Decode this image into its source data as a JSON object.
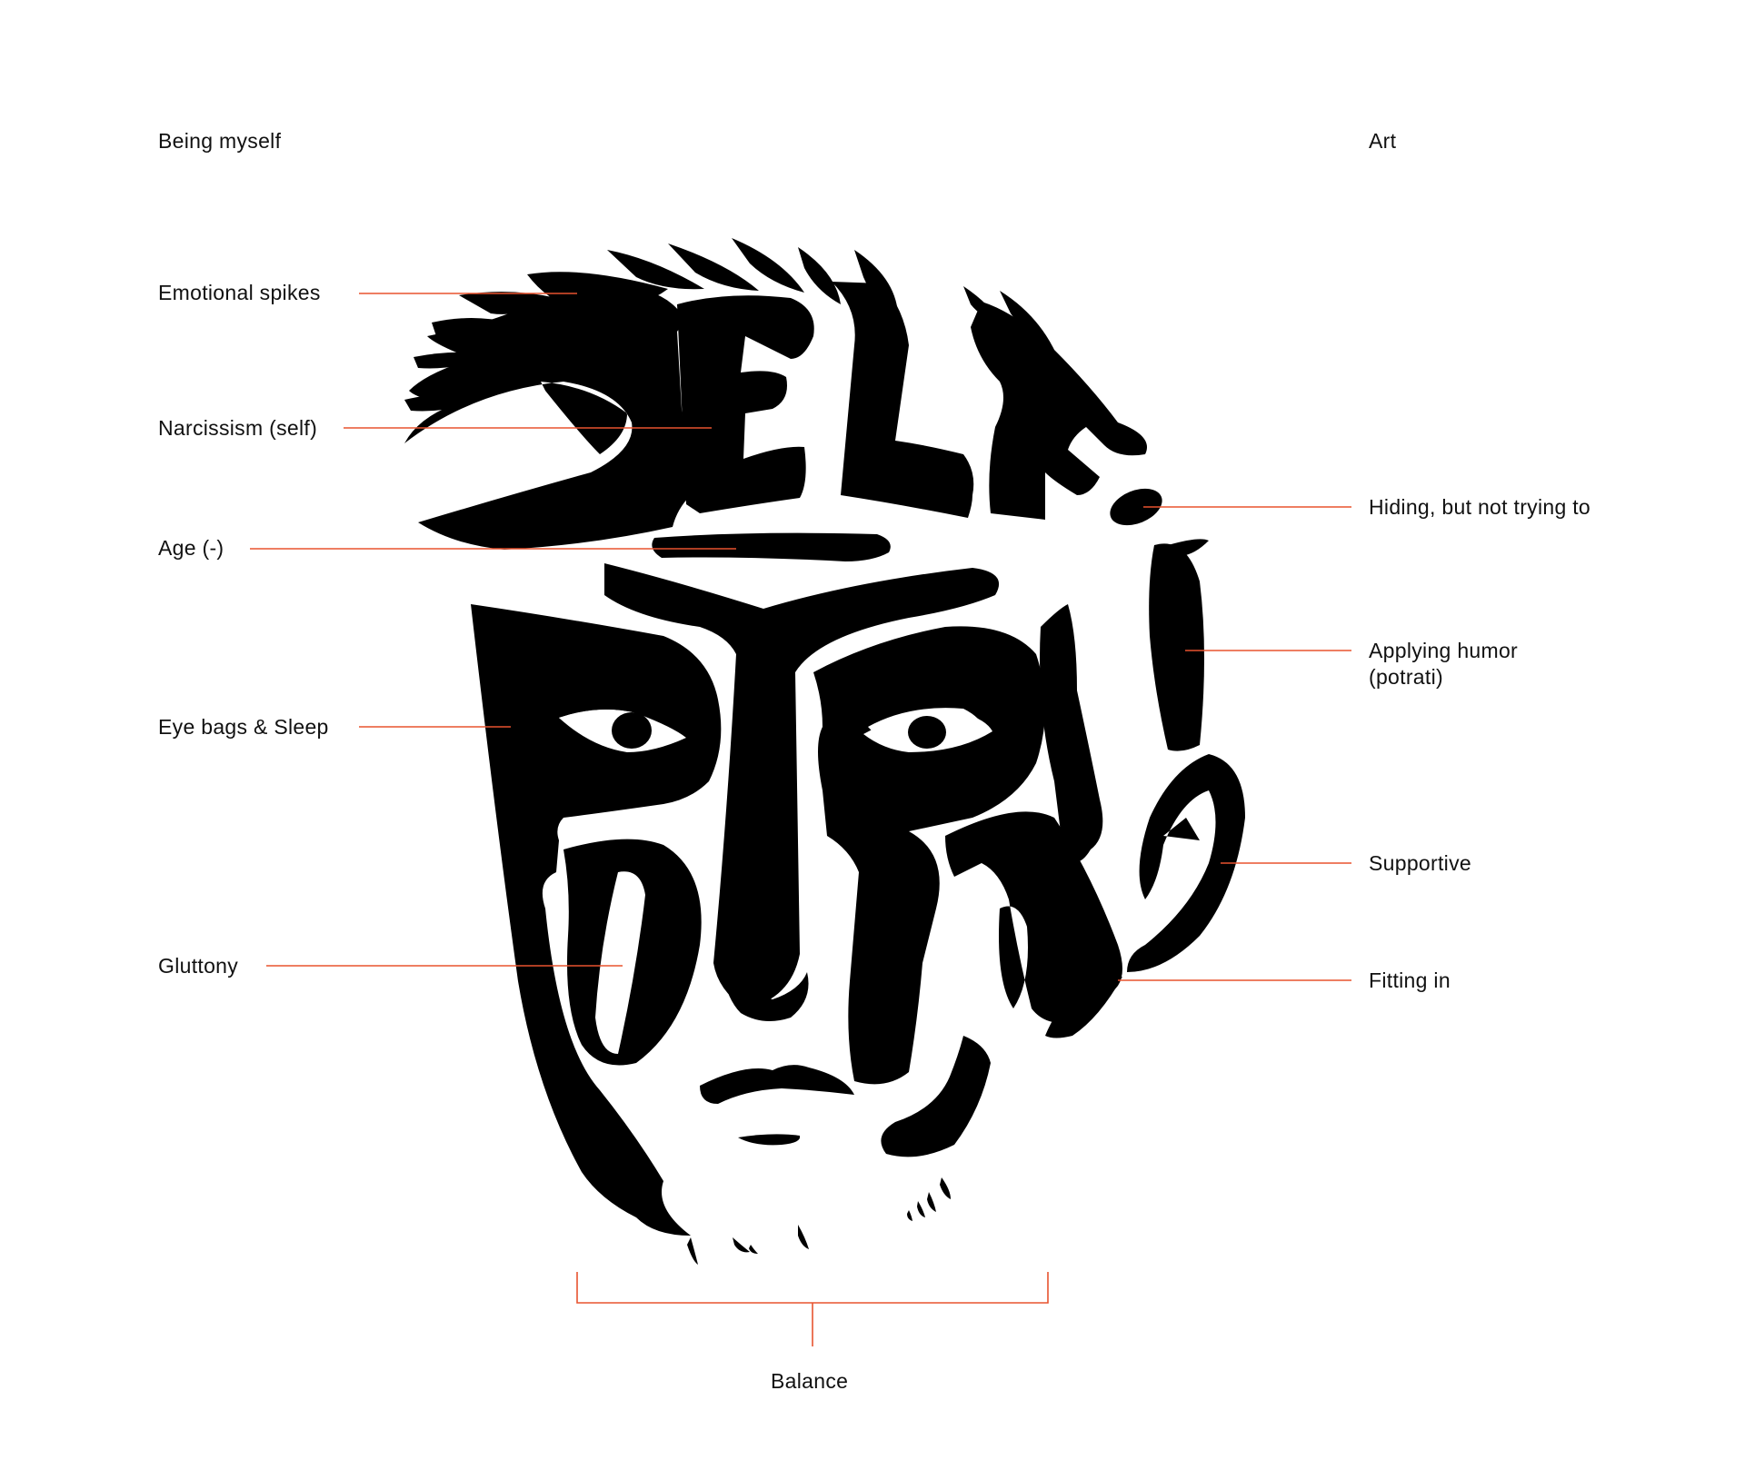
{
  "colors": {
    "ink": "#000000",
    "leader": "#e8532f",
    "text": "#111111",
    "background": "#ffffff"
  },
  "artwork": {
    "lettering": "SELF POTRATI"
  },
  "labels": {
    "being_myself": "Being myself",
    "art": "Art",
    "emotional_spikes": "Emotional spikes",
    "narcissism": "Narcissism (self)",
    "age": "Age (-)",
    "eye_bags": "Eye bags & Sleep",
    "gluttony": "Gluttony",
    "hiding": "Hiding, but not trying to",
    "humor_line1": "Applying humor",
    "humor_line2": "(potrati)",
    "supportive": "Supportive",
    "fitting_in": "Fitting in",
    "balance": "Balance"
  }
}
